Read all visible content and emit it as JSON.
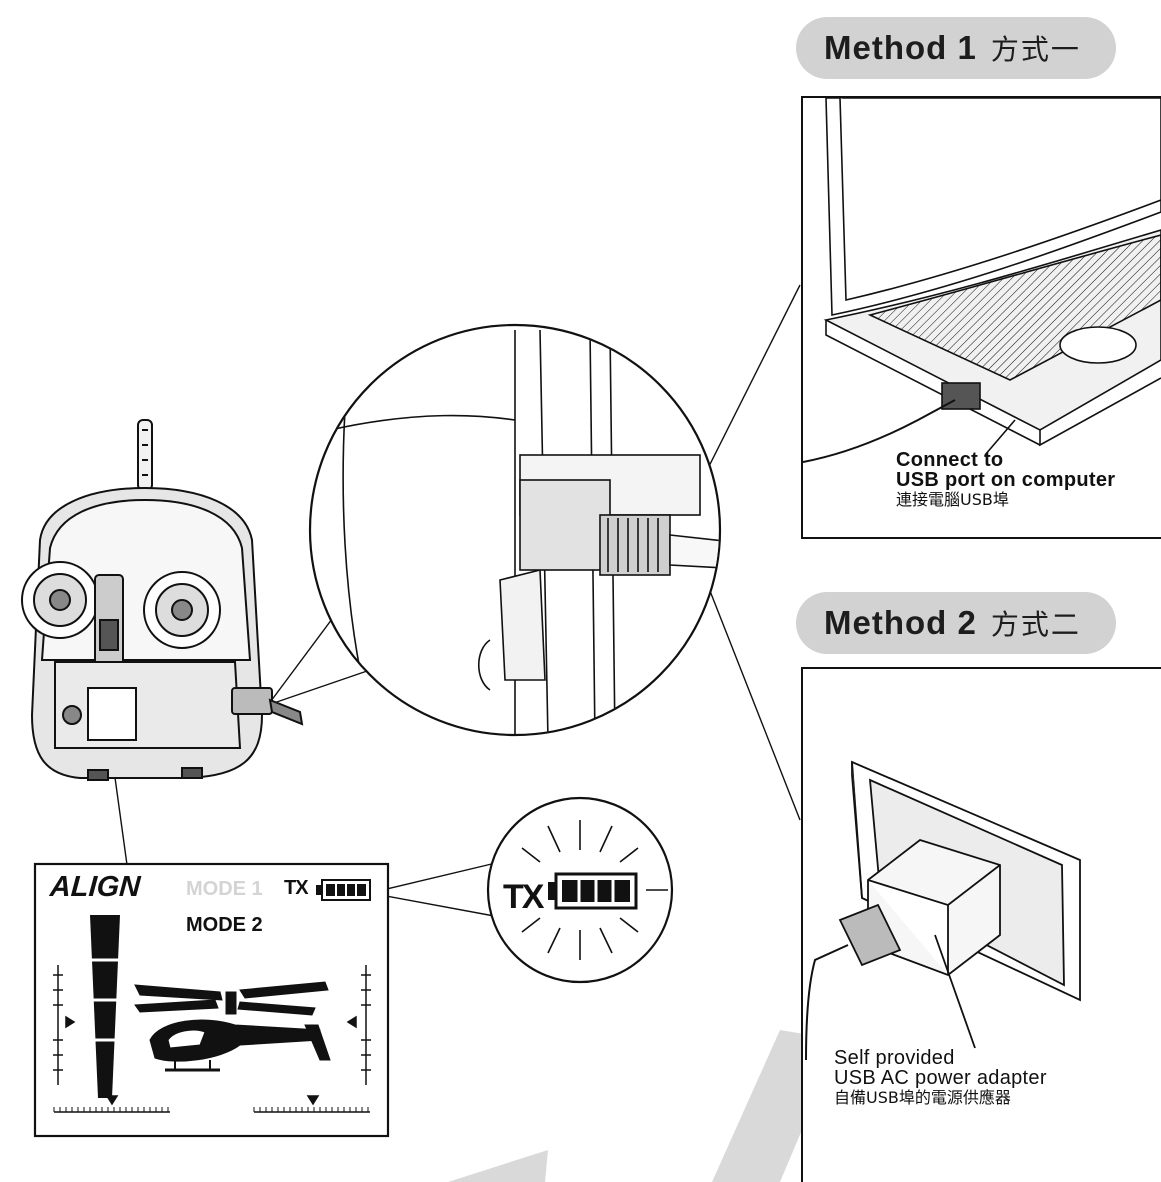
{
  "method1": {
    "label": "Method 1",
    "label_zh": "方式一"
  },
  "method2": {
    "label": "Method 2",
    "label_zh": "方式二"
  },
  "computer_caption": {
    "line1": "Connect to",
    "line2": "USB port on computer",
    "line3": "連接電腦USB埠"
  },
  "adapter_caption": {
    "line1": "Self provided",
    "line2": "USB AC power adapter",
    "line3": "自備USB埠的電源供應器"
  },
  "lcd": {
    "logo": "ALIGN",
    "mode1": "MODE 1",
    "mode2": "MODE 2",
    "tx": "TX",
    "battery_level": 1.0
  },
  "zoom_indicator": {
    "tx": "TX",
    "battery_level": 1.0
  },
  "colors": {
    "pill": "#d2d2d2",
    "line": "#111111",
    "watermark": "#d9d9d9"
  }
}
